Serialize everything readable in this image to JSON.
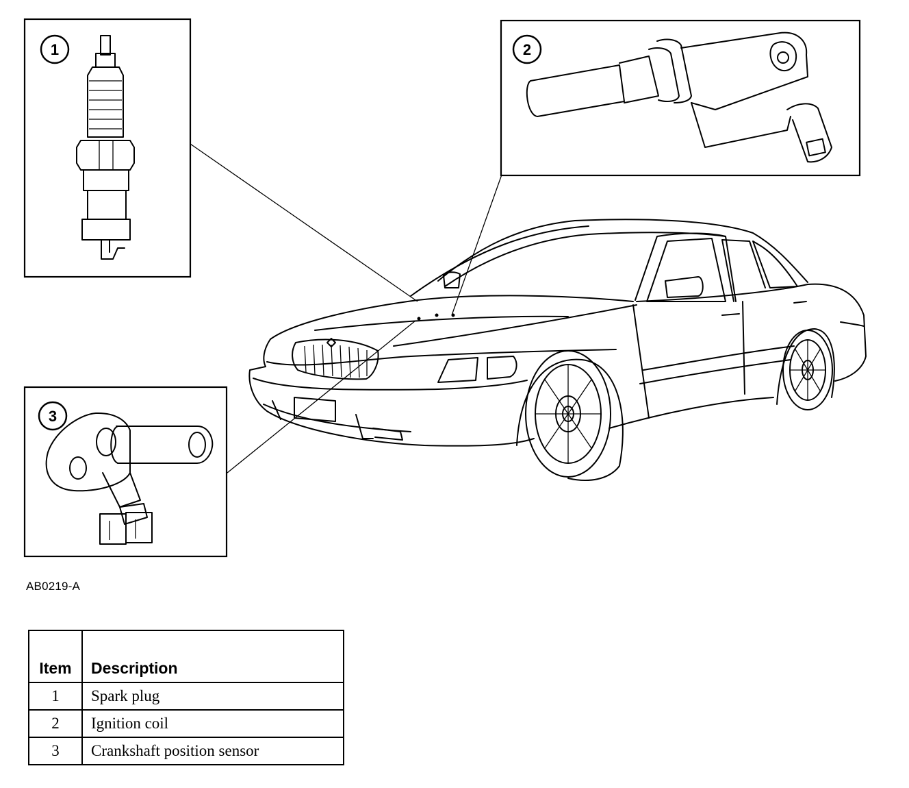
{
  "figure_id": "AB0219-A",
  "callouts": [
    {
      "number": "1",
      "icon": "spark-plug-icon"
    },
    {
      "number": "2",
      "icon": "ignition-coil-icon"
    },
    {
      "number": "3",
      "icon": "crankshaft-position-sensor-icon"
    }
  ],
  "main_illustration": "sedan-car-icon",
  "legend": {
    "headers": {
      "item": "Item",
      "description": "Description"
    },
    "rows": [
      {
        "item": "1",
        "description": "Spark plug"
      },
      {
        "item": "2",
        "description": "Ignition coil"
      },
      {
        "item": "3",
        "description": "Crankshaft position sensor"
      }
    ]
  }
}
